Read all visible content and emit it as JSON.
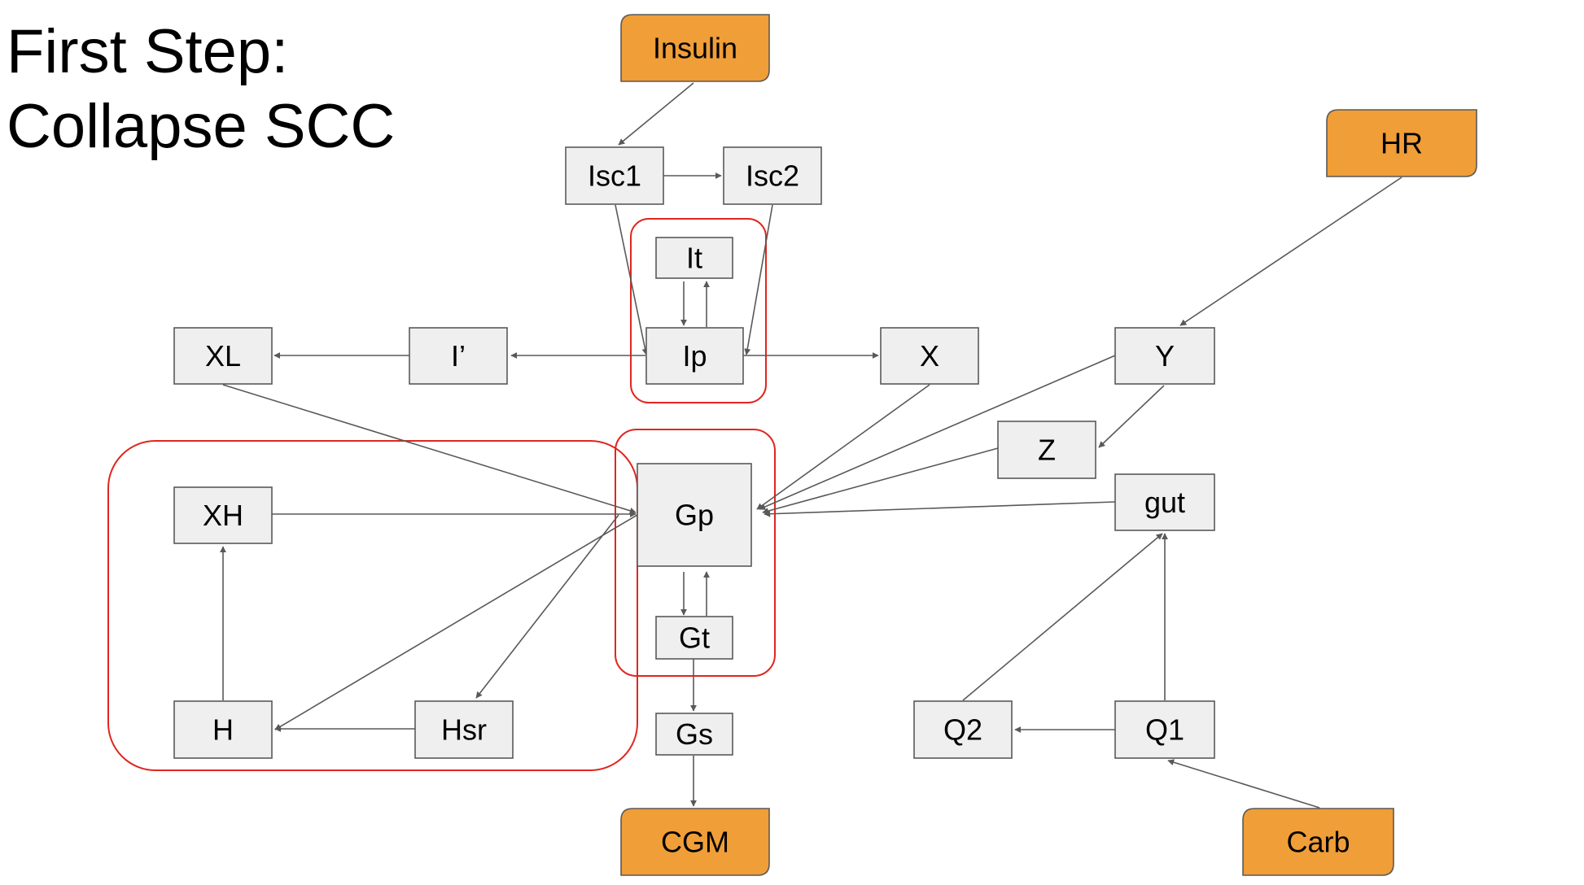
{
  "slide": {
    "title_line1": "First Step:",
    "title_line2": "Collapse SCC"
  },
  "colors": {
    "node_fill": "#efefef",
    "node_stroke": "#595959",
    "external_fill": "#f09e38",
    "edge": "#595959",
    "scc_outline": "#e0261f"
  },
  "nodes": [
    {
      "id": "Insulin",
      "label": "Insulin",
      "kind": "external"
    },
    {
      "id": "HR",
      "label": "HR",
      "kind": "external"
    },
    {
      "id": "CGM",
      "label": "CGM",
      "kind": "external"
    },
    {
      "id": "Carb",
      "label": "Carb",
      "kind": "external"
    },
    {
      "id": "Isc1",
      "label": "Isc1",
      "kind": "state"
    },
    {
      "id": "Isc2",
      "label": "Isc2",
      "kind": "state"
    },
    {
      "id": "It",
      "label": "It",
      "kind": "state"
    },
    {
      "id": "Ip",
      "label": "Ip",
      "kind": "state"
    },
    {
      "id": "XL",
      "label": "XL",
      "kind": "state"
    },
    {
      "id": "Iprime",
      "label": "I’",
      "kind": "state"
    },
    {
      "id": "X",
      "label": "X",
      "kind": "state"
    },
    {
      "id": "Y",
      "label": "Y",
      "kind": "state"
    },
    {
      "id": "Z",
      "label": "Z",
      "kind": "state"
    },
    {
      "id": "gut",
      "label": "gut",
      "kind": "state"
    },
    {
      "id": "XH",
      "label": "XH",
      "kind": "state"
    },
    {
      "id": "Gp",
      "label": "Gp",
      "kind": "state"
    },
    {
      "id": "Gt",
      "label": "Gt",
      "kind": "state"
    },
    {
      "id": "Gs",
      "label": "Gs",
      "kind": "state"
    },
    {
      "id": "H",
      "label": "H",
      "kind": "state"
    },
    {
      "id": "Hsr",
      "label": "Hsr",
      "kind": "state"
    },
    {
      "id": "Q2",
      "label": "Q2",
      "kind": "state"
    },
    {
      "id": "Q1",
      "label": "Q1",
      "kind": "state"
    }
  ],
  "edges": [
    {
      "from": "Insulin",
      "to": "Isc1"
    },
    {
      "from": "Isc1",
      "to": "Isc2"
    },
    {
      "from": "Isc1",
      "to": "Ip"
    },
    {
      "from": "Isc2",
      "to": "Ip"
    },
    {
      "from": "It",
      "to": "Ip"
    },
    {
      "from": "Ip",
      "to": "It"
    },
    {
      "from": "Ip",
      "to": "Iprime"
    },
    {
      "from": "Iprime",
      "to": "XL"
    },
    {
      "from": "Ip",
      "to": "X"
    },
    {
      "from": "HR",
      "to": "Y"
    },
    {
      "from": "Y",
      "to": "Z"
    },
    {
      "from": "XL",
      "to": "Gp"
    },
    {
      "from": "X",
      "to": "Gp"
    },
    {
      "from": "Y",
      "to": "Gp"
    },
    {
      "from": "Z",
      "to": "Gp"
    },
    {
      "from": "gut",
      "to": "Gp"
    },
    {
      "from": "XH",
      "to": "Gp"
    },
    {
      "from": "Gp",
      "to": "Gt"
    },
    {
      "from": "Gt",
      "to": "Gp"
    },
    {
      "from": "Gp",
      "to": "H"
    },
    {
      "from": "Gp",
      "to": "Hsr"
    },
    {
      "from": "Hsr",
      "to": "H"
    },
    {
      "from": "H",
      "to": "XH"
    },
    {
      "from": "Gt",
      "to": "Gs"
    },
    {
      "from": "Gs",
      "to": "CGM"
    },
    {
      "from": "Carb",
      "to": "Q1"
    },
    {
      "from": "Q1",
      "to": "Q2"
    },
    {
      "from": "Q1",
      "to": "gut"
    },
    {
      "from": "Q2",
      "to": "gut"
    }
  ],
  "scc_groups": [
    {
      "id": "scc-insulin",
      "members": [
        "It",
        "Ip"
      ]
    },
    {
      "id": "scc-glucose",
      "members": [
        "Gp",
        "Gt"
      ]
    },
    {
      "id": "scc-hormone",
      "members": [
        "XH",
        "H",
        "Hsr"
      ]
    }
  ]
}
